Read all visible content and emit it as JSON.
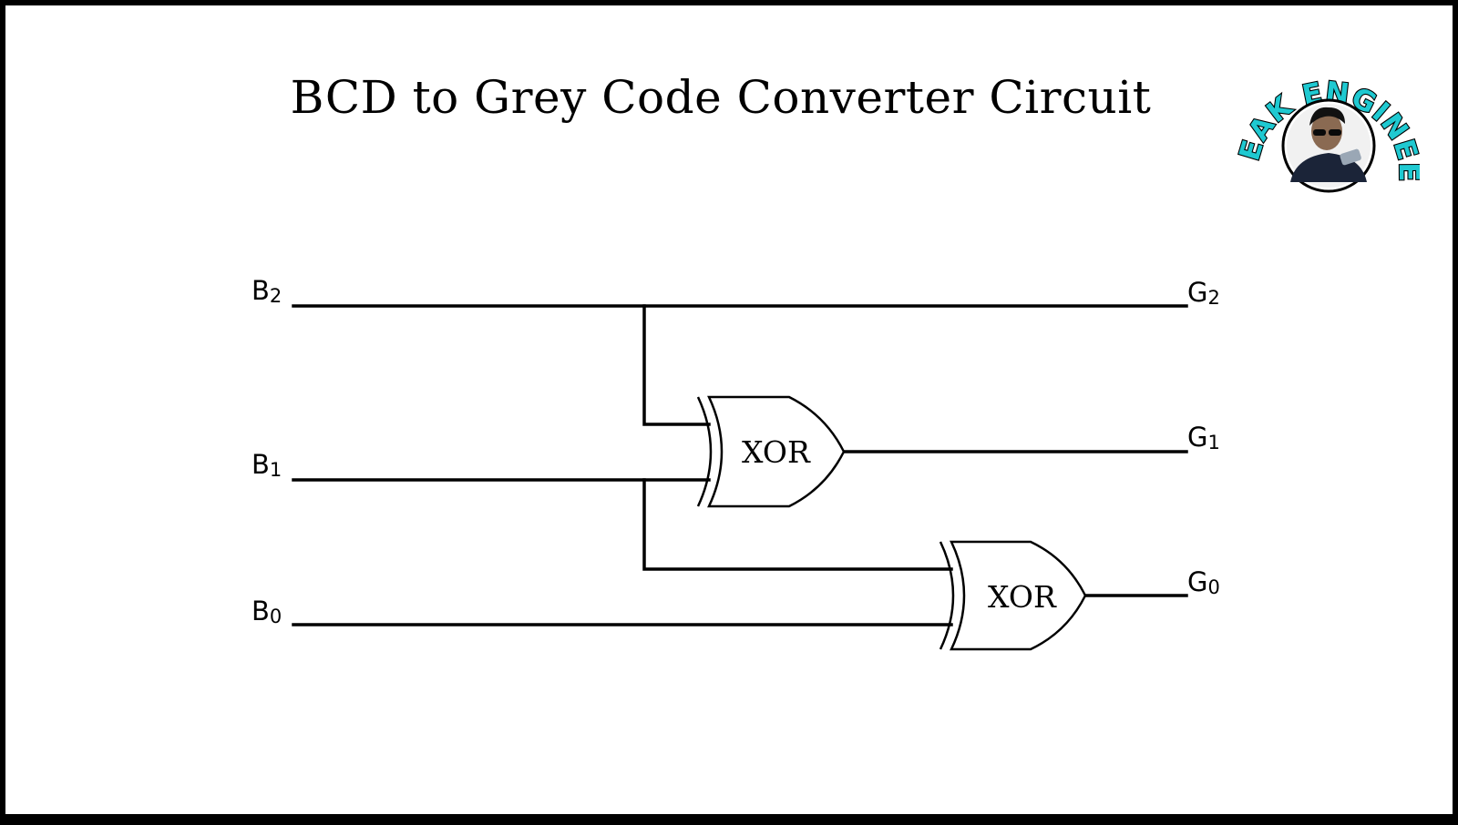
{
  "title": "BCD to Grey Code Converter Circuit",
  "logo": {
    "text": "FREAK ENGINEER",
    "ring_color": "#1fc9d1",
    "outline_color": "#000000"
  },
  "inputs": [
    {
      "letter": "B",
      "index": "2"
    },
    {
      "letter": "B",
      "index": "1"
    },
    {
      "letter": "B",
      "index": "0"
    }
  ],
  "outputs": [
    {
      "letter": "G",
      "index": "2"
    },
    {
      "letter": "G",
      "index": "1"
    },
    {
      "letter": "G",
      "index": "0"
    }
  ],
  "gates": [
    {
      "label": "XOR"
    },
    {
      "label": "XOR"
    }
  ],
  "colors": {
    "wire": "#000000",
    "background": "#ffffff",
    "border": "#000000"
  }
}
